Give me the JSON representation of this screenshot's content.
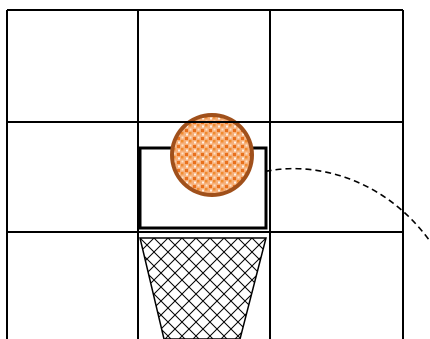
{
  "captcha": {
    "grid": {
      "rows": 3,
      "cols": 3,
      "tiles": [
        {
          "row": 1,
          "col": 1,
          "selected": false
        },
        {
          "row": 1,
          "col": 2,
          "selected": false
        },
        {
          "row": 1,
          "col": 3,
          "selected": false
        },
        {
          "row": 2,
          "col": 1,
          "selected": false
        },
        {
          "row": 2,
          "col": 2,
          "selected": false
        },
        {
          "row": 2,
          "col": 3,
          "selected": false
        },
        {
          "row": 3,
          "col": 1,
          "selected": false
        },
        {
          "row": 3,
          "col": 2,
          "selected": false
        },
        {
          "row": 3,
          "col": 3,
          "selected": false
        }
      ]
    },
    "objects": {
      "ball": {
        "icon": "basketball-icon",
        "color": "#e87722",
        "outline": "#a0501b"
      },
      "backboard": {
        "icon": "backboard-icon"
      },
      "net": {
        "icon": "basketball-net-icon"
      },
      "trajectory": {
        "icon": "dashed-trajectory-arc"
      }
    },
    "colors": {
      "grid_line": "#000000",
      "background": "#ffffff"
    }
  }
}
